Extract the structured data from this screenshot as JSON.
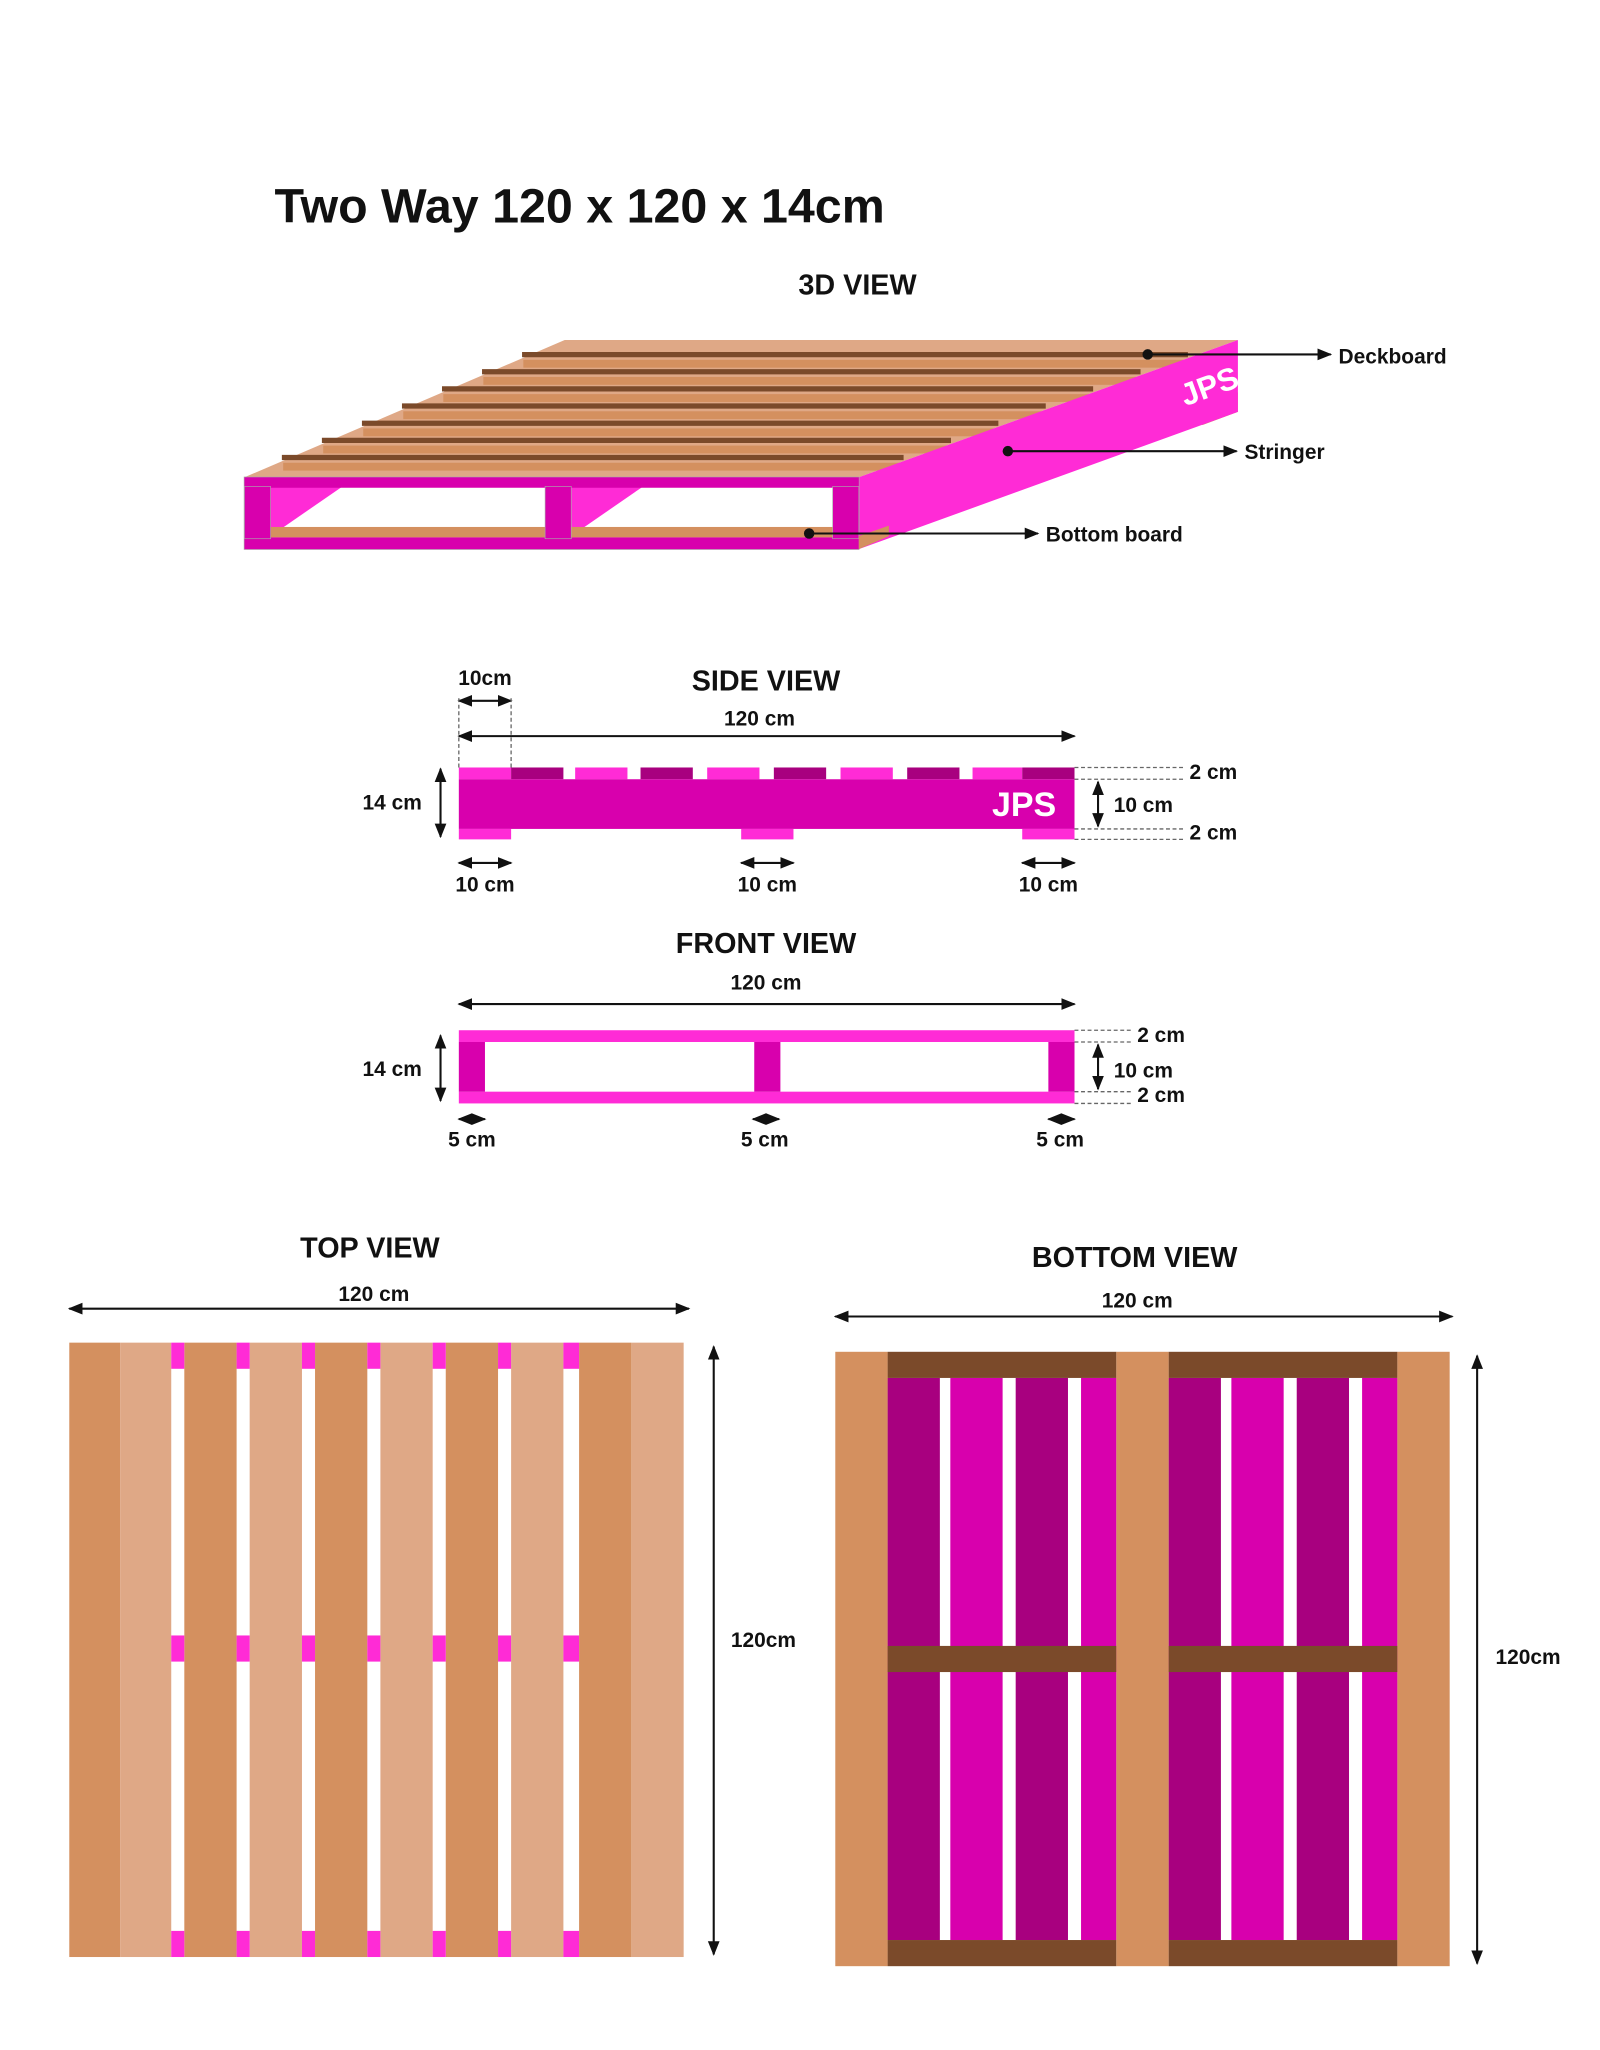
{
  "title": "Two Way 120 x 120 x 14cm",
  "view_3d": {
    "heading": "3D VIEW",
    "logo": "JPS",
    "callouts": {
      "deckboard": "Deckboard",
      "stringer": "Stringer",
      "bottom_board": "Bottom board"
    }
  },
  "side_view": {
    "heading": "SIDE VIEW",
    "logo": "JPS",
    "deck_width": "10cm",
    "length": "120 cm",
    "height": "14 cm",
    "top_thickness": "2 cm",
    "stringer_height": "10 cm",
    "bottom_thickness": "2 cm",
    "block_left": "10 cm",
    "block_mid": "10 cm",
    "block_right": "10 cm"
  },
  "front_view": {
    "heading": "FRONT VIEW",
    "length": "120 cm",
    "height": "14 cm",
    "top_thickness": "2 cm",
    "stringer_height": "10 cm",
    "bottom_thickness": "2 cm",
    "stringer_left": "5 cm",
    "stringer_mid": "5 cm",
    "stringer_right": "5 cm"
  },
  "top_view": {
    "heading": "TOP VIEW",
    "width": "120 cm",
    "depth": "120cm"
  },
  "bottom_view": {
    "heading": "BOTTOM VIEW",
    "width": "120 cm",
    "depth": "120cm"
  },
  "colors": {
    "wood_dark": "#D4905F",
    "wood_light": "#DFA886",
    "wood_brown": "#7B4A2A",
    "magenta": "#FF2BD6",
    "magenta_mid": "#D800AD",
    "magenta_dark": "#A8007F"
  }
}
